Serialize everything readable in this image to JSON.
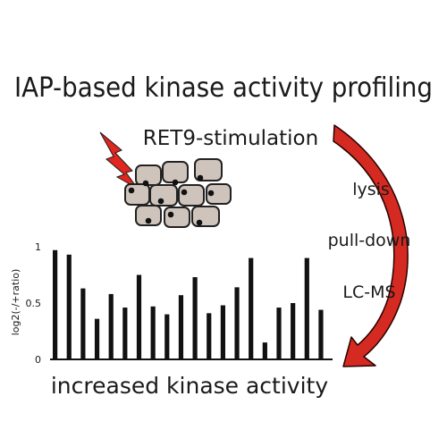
{
  "title": "IAP-based kinase activity profiling",
  "stimulation_label": "RET9-stimulation",
  "workflow_steps": [
    "lysis",
    "pull-down",
    "LC-MS"
  ],
  "bottom_caption": "increased kinase activity",
  "colors": {
    "arrow": "#d42a21",
    "lightning": "#e0261f",
    "cell_fill": "#cfc4bc",
    "cell_stroke": "#222222",
    "nucleus": "#111111",
    "bars": "#111111"
  },
  "chart_data": {
    "type": "bar",
    "ylabel": "log2(-/+ratio)",
    "xlabel": "",
    "ylim": [
      0,
      1
    ],
    "yticks": [
      0,
      0.5,
      1
    ],
    "ytick_labels": [
      "0",
      "0.5",
      "1"
    ],
    "values": [
      0.97,
      0.93,
      0.63,
      0.36,
      0.58,
      0.46,
      0.75,
      0.47,
      0.4,
      0.57,
      0.73,
      0.41,
      0.48,
      0.64,
      0.9,
      0.15,
      0.46,
      0.5,
      0.9,
      0.44
    ],
    "grid": false,
    "legend": "none"
  }
}
